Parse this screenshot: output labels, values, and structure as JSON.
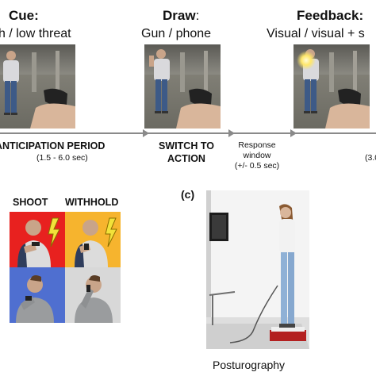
{
  "timeline": {
    "phases": [
      {
        "title": "Cue",
        "subtitle": "h / low threat"
      },
      {
        "title": "Draw",
        "subtitle": "Gun / phone"
      },
      {
        "title": "Feedback",
        "subtitle": "Visual / visual + s"
      }
    ],
    "periods": [
      {
        "label": "ANTICIPATION PERIOD",
        "detail": "(1.5 - 6.0 sec)"
      },
      {
        "label_line1": "SWITCH TO",
        "label_line2": "ACTION"
      },
      {
        "label_line1": "Response",
        "label_line2": "window",
        "detail": "(+/- 0.5 sec)"
      },
      {
        "detail": "(3.0"
      }
    ]
  },
  "stimulus_grid": {
    "col_headers": [
      "SHOOT",
      "WITHHOLD"
    ],
    "cell_colors": [
      "#e8211f",
      "#f6b42e",
      "#4f6fd0",
      "#d8d8d8"
    ]
  },
  "panel_c": {
    "label": "(c)",
    "caption": "Posturography"
  },
  "colors": {
    "arrow": "#8a8a8a",
    "lightning": "#f2e23a"
  }
}
